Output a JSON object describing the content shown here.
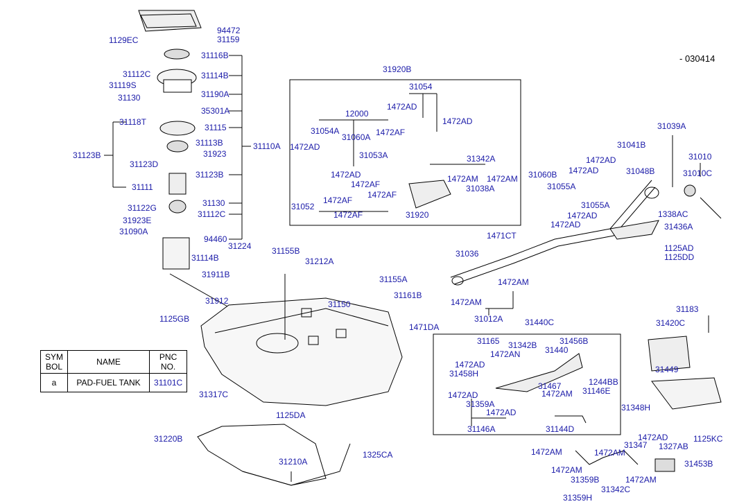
{
  "doc_code": "- 030414",
  "legend": {
    "headers": [
      "SYM\nBOL",
      "NAME",
      "PNC\nNO."
    ],
    "row": {
      "symbol": "a",
      "name": "PAD-FUEL TANK",
      "pnc": "31101C"
    }
  },
  "labels": [
    "94472",
    "31159",
    "1129EC",
    "31116B",
    "31112C",
    "31114B",
    "31119S",
    "31190A",
    "31130",
    "35301A",
    "31118T",
    "31115",
    "31113B",
    "31110A",
    "31923",
    "31123B",
    "31123D",
    "31123B",
    "31111",
    "31130",
    "31122G",
    "31112C",
    "31923E",
    "31090A",
    "94460",
    "31224",
    "31114B",
    "31155B",
    "31212A",
    "31911B",
    "31912",
    "31150",
    "1125GB",
    "31317C",
    "1125DA",
    "31220B",
    "31210A",
    "1325CA",
    "31920B",
    "31054",
    "1472AD",
    "1472AD",
    "12000",
    "31054A",
    "31060A",
    "1472AF",
    "1472AD",
    "31053A",
    "1472AD",
    "1472AF",
    "1472AF",
    "31342A",
    "1472AM",
    "1472AM",
    "31038A",
    "31052",
    "1472AF",
    "1472AF",
    "31920",
    "31039A",
    "31041B",
    "31010",
    "1472AD",
    "31060B",
    "1472AD",
    "31048B",
    "31010C",
    "31055A",
    "31055A",
    "1472AD",
    "1338AC",
    "1472AD",
    "31436A",
    "1125AD",
    "1125DD",
    "1471CT",
    "31036",
    "1472AM",
    "1472AM",
    "31012A",
    "31155A",
    "31161B",
    "1471DA",
    "31440C",
    "31165",
    "31342B",
    "31456B",
    "31440",
    "1472AD",
    "1472AN",
    "31458H",
    "1244BB",
    "31467",
    "31146E",
    "1472AD",
    "1472AM",
    "31359A",
    "1472AD",
    "31146A",
    "31183",
    "31420C",
    "31449",
    "31348H",
    "1472AD",
    "31347",
    "1327AB",
    "1125KC",
    "31144D",
    "1472AM",
    "1472AM",
    "31453B",
    "1472AM",
    "31359B",
    "1472AM",
    "31342C",
    "31359H"
  ]
}
